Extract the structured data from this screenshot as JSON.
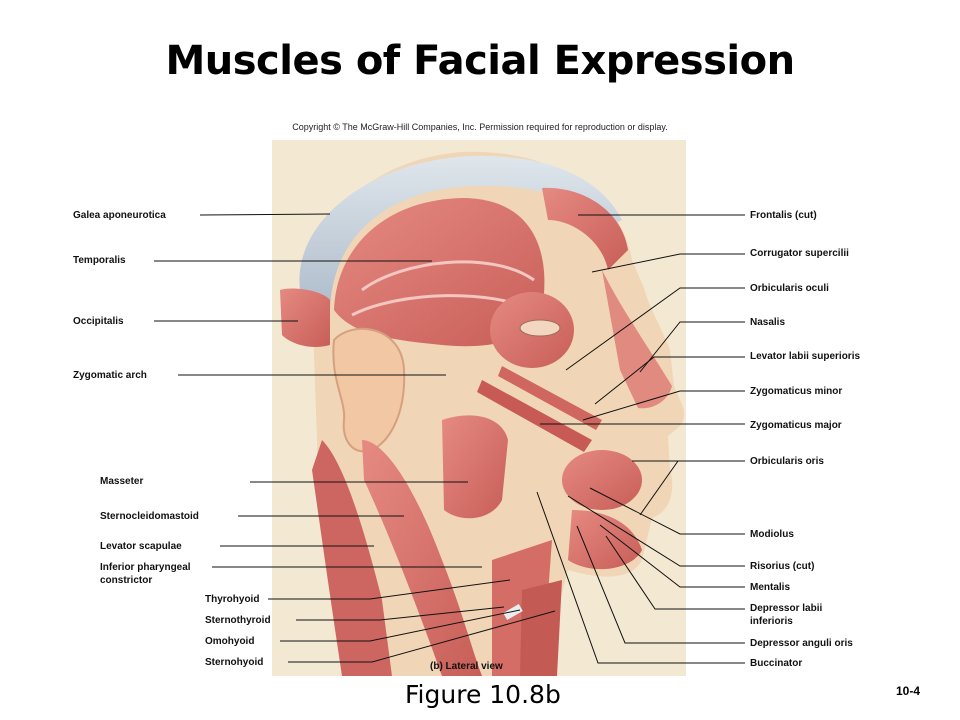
{
  "title": "Muscles of Facial Expression",
  "copyright": "Copyright © The McGraw-Hill Companies, Inc. Permission required for reproduction or display.",
  "view_caption": "(b) Lateral view",
  "figure_caption": "Figure 10.8b",
  "slide_number": "10-4",
  "labels_left": [
    {
      "text": "Galea aponeurotica"
    },
    {
      "text": "Temporalis"
    },
    {
      "text": "Occipitalis"
    },
    {
      "text": "Zygomatic arch"
    },
    {
      "text": "Masseter"
    },
    {
      "text": "Sternocleidomastoid"
    },
    {
      "text": "Levator scapulae"
    },
    {
      "text": "Inferior pharyngeal",
      "text2": "constrictor"
    },
    {
      "text": "Thyrohyoid"
    },
    {
      "text": "Sternothyroid"
    },
    {
      "text": "Omohyoid"
    },
    {
      "text": "Sternohyoid"
    }
  ],
  "labels_right": [
    {
      "text": "Frontalis (cut)"
    },
    {
      "text": "Corrugator supercilii"
    },
    {
      "text": "Orbicularis oculi"
    },
    {
      "text": "Nasalis"
    },
    {
      "text": "Levator labii superioris"
    },
    {
      "text": "Zygomaticus minor"
    },
    {
      "text": "Zygomaticus major"
    },
    {
      "text": "Orbicularis oris"
    },
    {
      "text": "Modiolus"
    },
    {
      "text": "Risorius (cut)"
    },
    {
      "text": "Mentalis"
    },
    {
      "text": "Depressor labii",
      "text2": "inferioris"
    },
    {
      "text": "Depressor anguli oris"
    },
    {
      "text": "Buccinator"
    }
  ],
  "colors": {
    "muscle": "#d9716b",
    "muscle_dark": "#b9544f",
    "tendon": "#c9d3dc",
    "bone": "#efe2bf",
    "skin": "#f3e9d3",
    "leader": "#111111"
  }
}
